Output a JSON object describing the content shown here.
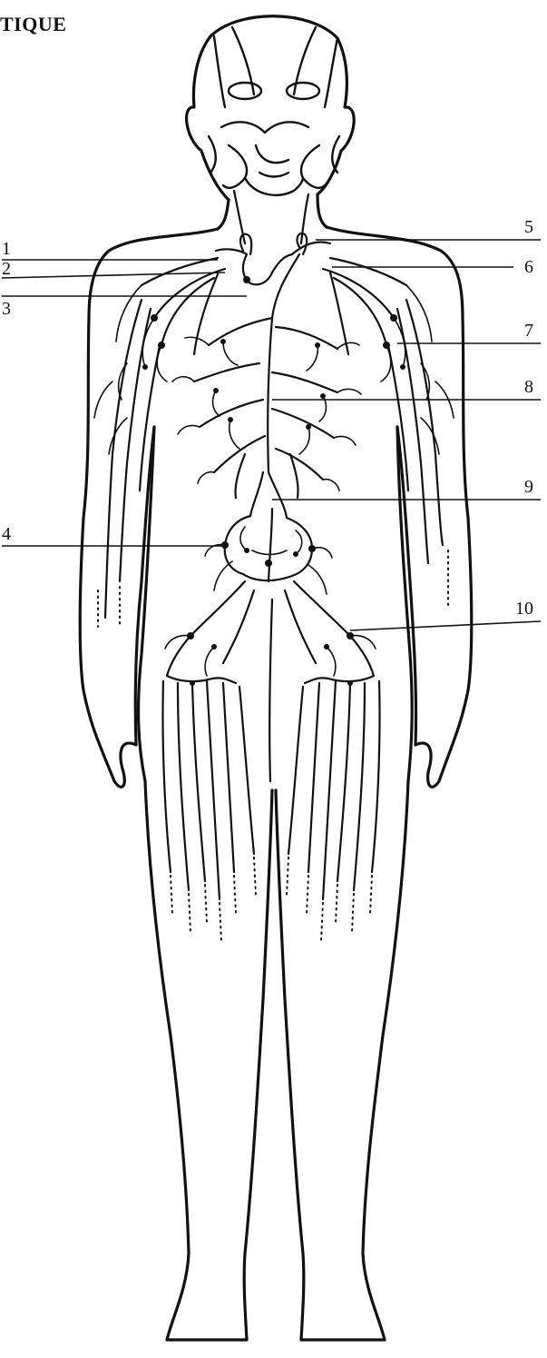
{
  "heading": "TIQUE",
  "labels": [
    "1",
    "2",
    "3",
    "4",
    "5",
    "6",
    "7",
    "8",
    "9",
    "10"
  ],
  "colors": {
    "ink": "#111111",
    "paper": "#ffffff"
  }
}
